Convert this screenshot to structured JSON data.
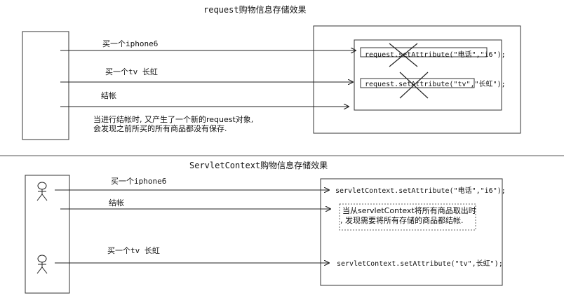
{
  "top": {
    "title": "request购物信息存储效果",
    "messages": [
      "买一个iphone6",
      "买一个tv 长虹",
      "结帐"
    ],
    "code_lines": [
      "request.setAttribute(\"电话\",\"i6\");",
      "request.setAttribute(\"tv\",\"长虹\");"
    ],
    "note": [
      "当进行结帐时, 又产生了一个新的request对象,",
      "会发现之前所买的所有商品都没有保存."
    ]
  },
  "bottom": {
    "title": "ServletContext购物信息存储效果",
    "messages": [
      "买一个iphone6",
      "结帐",
      "买一个tv 长虹"
    ],
    "code_lines": [
      "servletContext.setAttribute(\"电话\",\"i6\");",
      "servletContext.setAttribute(\"tv\",长虹\");"
    ],
    "note": [
      "当从servletContext将所有商品取出时",
      ", 发现需要将所有存储的商品都结帐."
    ]
  }
}
